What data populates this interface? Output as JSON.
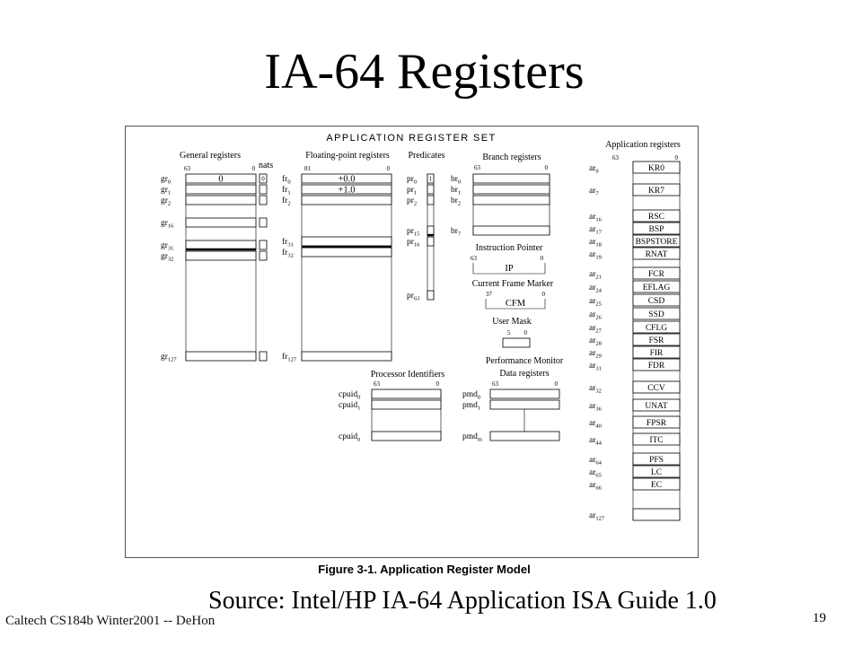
{
  "slide": {
    "title": "IA-64 Registers",
    "source": "Source: Intel/HP IA-64 Application ISA Guide 1.0",
    "footer": "Caltech CS184b Winter2001 -- DeHon",
    "page_number": "19"
  },
  "figure": {
    "title": "APPLICATION REGISTER SET",
    "caption": "Figure 3-1. Application Register Model",
    "general": {
      "heading": "General registers",
      "nats_heading": "nats",
      "bit_hi": "63",
      "bit_lo": "0",
      "rows": [
        {
          "base": "gr",
          "sub": "0",
          "value": "0"
        },
        {
          "base": "gr",
          "sub": "1",
          "value": ""
        },
        {
          "base": "gr",
          "sub": "2",
          "value": ""
        },
        {
          "base": "gr",
          "sub": "16",
          "value": ""
        },
        {
          "base": "gr",
          "sub": "31",
          "value": ""
        },
        {
          "base": "gr",
          "sub": "32",
          "value": ""
        },
        {
          "base": "gr",
          "sub": "127",
          "value": ""
        }
      ],
      "nat0": "0"
    },
    "floating": {
      "heading": "Floating-point registers",
      "bit_hi": "81",
      "bit_lo": "0",
      "rows": [
        {
          "base": "fr",
          "sub": "0",
          "value": "+0.0"
        },
        {
          "base": "fr",
          "sub": "1",
          "value": "+1.0"
        },
        {
          "base": "fr",
          "sub": "2",
          "value": ""
        },
        {
          "base": "fr",
          "sub": "31",
          "value": ""
        },
        {
          "base": "fr",
          "sub": "32",
          "value": ""
        },
        {
          "base": "fr",
          "sub": "127",
          "value": ""
        }
      ]
    },
    "predicates": {
      "heading": "Predicates",
      "rows": [
        {
          "base": "pr",
          "sub": "0",
          "value": "1"
        },
        {
          "base": "pr",
          "sub": "1",
          "value": ""
        },
        {
          "base": "pr",
          "sub": "2",
          "value": ""
        },
        {
          "base": "pr",
          "sub": "15",
          "value": ""
        },
        {
          "base": "pr",
          "sub": "16",
          "value": ""
        },
        {
          "base": "pr",
          "sub": "63",
          "value": ""
        }
      ]
    },
    "branch": {
      "heading": "Branch registers",
      "bit_hi": "63",
      "bit_lo": "0",
      "rows": [
        {
          "base": "br",
          "sub": "0"
        },
        {
          "base": "br",
          "sub": "1"
        },
        {
          "base": "br",
          "sub": "2"
        },
        {
          "base": "br",
          "sub": "7"
        }
      ]
    },
    "ip": {
      "heading": "Instruction Pointer",
      "bit_hi": "63",
      "bit_lo": "0",
      "value": "IP"
    },
    "cfm": {
      "heading": "Current Frame Marker",
      "bit_hi": "37",
      "bit_lo": "0",
      "value": "CFM"
    },
    "um": {
      "heading": "User Mask",
      "bit_hi": "5",
      "bit_lo": "0"
    },
    "cpuid": {
      "heading": "Processor Identifiers",
      "bit_hi": "63",
      "bit_lo": "0",
      "rows": [
        {
          "base": "cpuid",
          "sub": "0"
        },
        {
          "base": "cpuid",
          "sub": "1"
        },
        {
          "base": "cpuid",
          "sub": "n"
        }
      ]
    },
    "pmd": {
      "heading1": "Performance Monitor",
      "heading2": "Data registers",
      "bit_hi": "63",
      "bit_lo": "0",
      "rows": [
        {
          "base": "pmd",
          "sub": "0"
        },
        {
          "base": "pmd",
          "sub": "1"
        },
        {
          "base": "pmd",
          "sub": "m"
        }
      ]
    },
    "app": {
      "heading": "Application registers",
      "bit_hi": "63",
      "bit_lo": "0",
      "rows": [
        {
          "base": "ar",
          "sub": "0",
          "value": "KR0"
        },
        {
          "base": "ar",
          "sub": "7",
          "value": "KR7"
        },
        {
          "base": "ar",
          "sub": "16",
          "value": "RSC"
        },
        {
          "base": "ar",
          "sub": "17",
          "value": "BSP"
        },
        {
          "base": "ar",
          "sub": "18",
          "value": "BSPSTORE"
        },
        {
          "base": "ar",
          "sub": "19",
          "value": "RNAT"
        },
        {
          "base": "ar",
          "sub": "21",
          "value": "FCR"
        },
        {
          "base": "ar",
          "sub": "24",
          "value": "EFLAG"
        },
        {
          "base": "ar",
          "sub": "25",
          "value": "CSD"
        },
        {
          "base": "ar",
          "sub": "26",
          "value": "SSD"
        },
        {
          "base": "ar",
          "sub": "27",
          "value": "CFLG"
        },
        {
          "base": "ar",
          "sub": "28",
          "value": "FSR"
        },
        {
          "base": "ar",
          "sub": "29",
          "value": "FIR"
        },
        {
          "base": "ar",
          "sub": "31",
          "value": "FDR"
        },
        {
          "base": "ar",
          "sub": "32",
          "value": "CCV"
        },
        {
          "base": "ar",
          "sub": "36",
          "value": "UNAT"
        },
        {
          "base": "ar",
          "sub": "40",
          "value": "FPSR"
        },
        {
          "base": "ar",
          "sub": "44",
          "value": "ITC"
        },
        {
          "base": "ar",
          "sub": "64",
          "value": "PFS"
        },
        {
          "base": "ar",
          "sub": "65",
          "value": "LC"
        },
        {
          "base": "ar",
          "sub": "66",
          "value": "EC"
        },
        {
          "base": "ar",
          "sub": "127",
          "value": ""
        }
      ]
    }
  }
}
